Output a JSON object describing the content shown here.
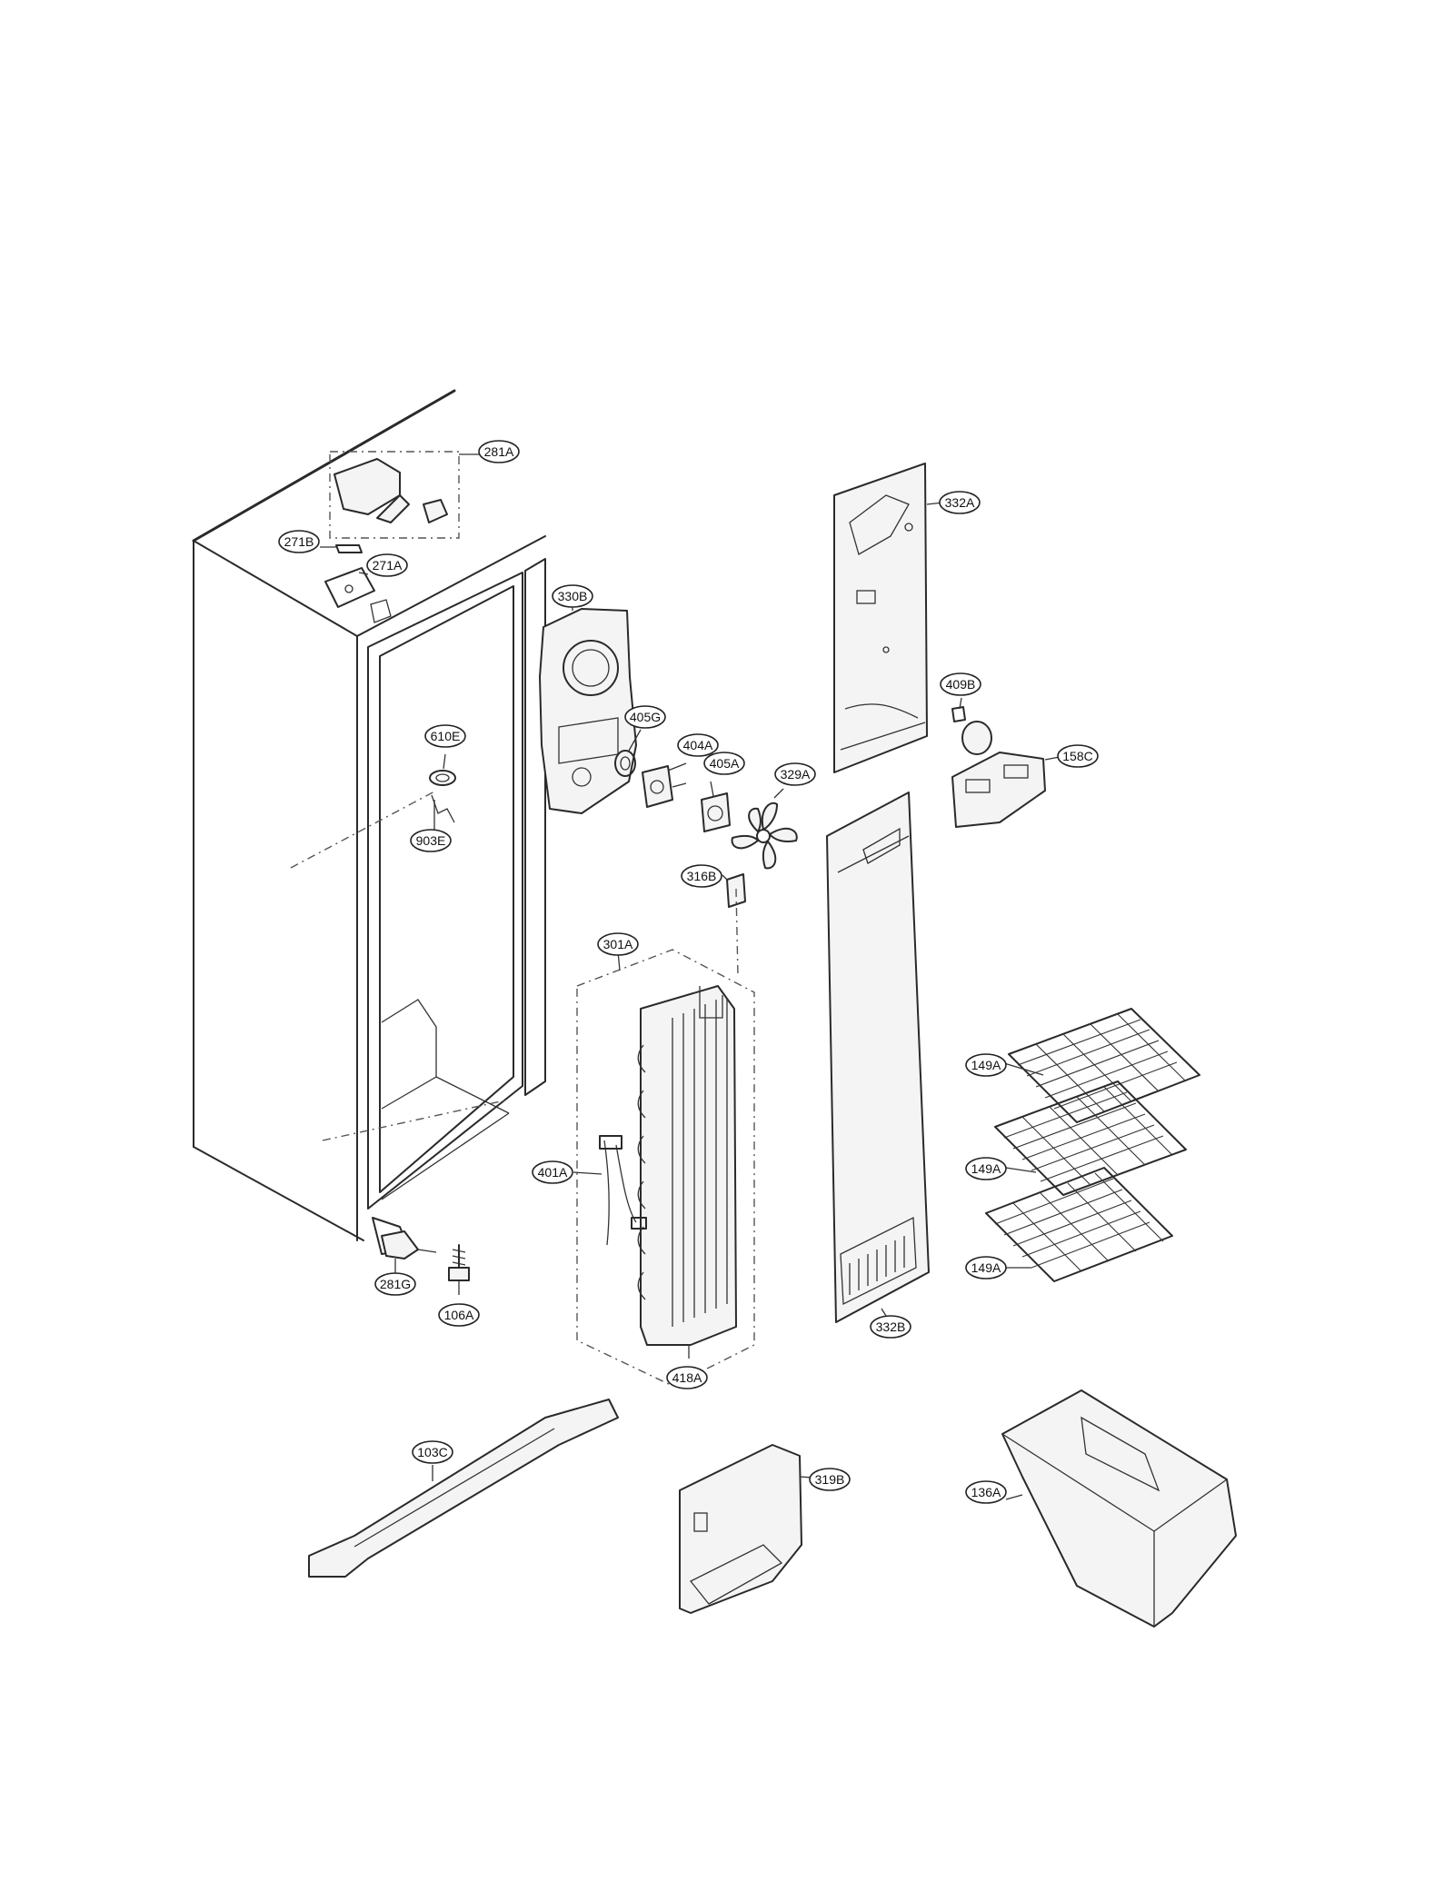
{
  "callouts": [
    {
      "id": "281A",
      "label": "281A"
    },
    {
      "id": "271B",
      "label": "271B"
    },
    {
      "id": "271A",
      "label": "271A"
    },
    {
      "id": "330B",
      "label": "330B"
    },
    {
      "id": "332A",
      "label": "332A"
    },
    {
      "id": "610E",
      "label": "610E"
    },
    {
      "id": "405G",
      "label": "405G"
    },
    {
      "id": "404A",
      "label": "404A"
    },
    {
      "id": "405A",
      "label": "405A"
    },
    {
      "id": "329A",
      "label": "329A"
    },
    {
      "id": "409B",
      "label": "409B"
    },
    {
      "id": "158C",
      "label": "158C"
    },
    {
      "id": "903E",
      "label": "903E"
    },
    {
      "id": "316B",
      "label": "316B"
    },
    {
      "id": "301A",
      "label": "301A"
    },
    {
      "id": "149A_1",
      "label": "149A"
    },
    {
      "id": "149A_2",
      "label": "149A"
    },
    {
      "id": "149A_3",
      "label": "149A"
    },
    {
      "id": "401A",
      "label": "401A"
    },
    {
      "id": "281G",
      "label": "281G"
    },
    {
      "id": "106A",
      "label": "106A"
    },
    {
      "id": "332B",
      "label": "332B"
    },
    {
      "id": "418A",
      "label": "418A"
    },
    {
      "id": "103C",
      "label": "103C"
    },
    {
      "id": "319B",
      "label": "319B"
    },
    {
      "id": "136A",
      "label": "136A"
    }
  ]
}
